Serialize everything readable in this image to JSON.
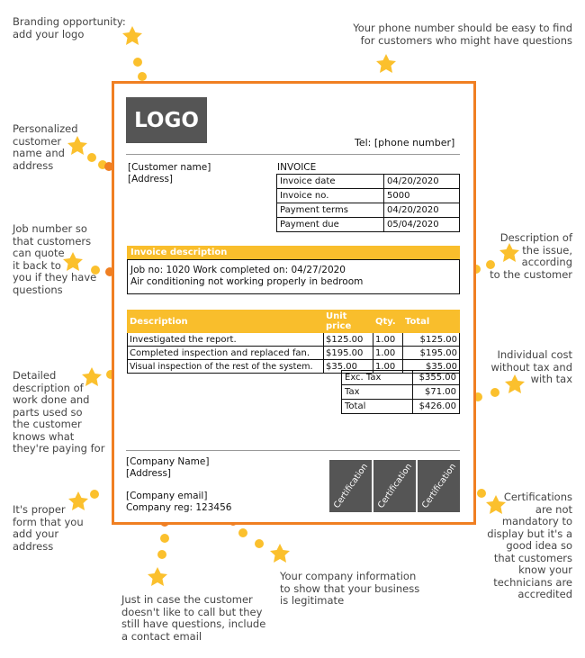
{
  "annotations": [
    "Branding opportunity:\nadd your logo",
    "Your phone number should be easy to find\nfor customers who might have questions",
    "Personalized\ncustomer\nname and\naddress",
    "Job number so\nthat customers\ncan quote\nit back to\nyou if they have\nquestions",
    "Description of\nthe issue,\naccording\nto the customer",
    "Individual cost\nwithout tax and\nwith tax",
    "Detailed\ndescription of\nwork done and\nparts used so\nthe customer\nknows what\nthey're paying for",
    "It's proper\nform that you\nadd your\naddress",
    "Certifications\nare not\nmandatory to\ndisplay but it's a\ngood idea so\nthat customers\nknow your\ntechnicians are\naccredited",
    "Your company information\nto show that your business\nis legitimate",
    "Just in case the customer\ndoesn't like to call but they\nstill have questions, include\na contact email"
  ],
  "invoice": {
    "logo": "LOGO",
    "tel": "Tel: [phone number]",
    "customer_name": "[Customer name]",
    "customer_address": "[Address]",
    "title": "INVOICE",
    "details": [
      {
        "label": "Invoice date",
        "value": "04/20/2020"
      },
      {
        "label": "Invoice no.",
        "value": "5000"
      },
      {
        "label": "Payment terms",
        "value": "04/20/2020"
      },
      {
        "label": "Payment due",
        "value": "05/04/2020"
      }
    ],
    "desc_header": "Invoice description",
    "desc_line1": "Job no: 1020 Work completed on: 04/27/2020",
    "desc_line2": "Air conditioning not working properly in bedroom",
    "items_headers": [
      "Description",
      "Unit price",
      "Qty.",
      "Total"
    ],
    "items": [
      [
        "Investigated the report.",
        "$125.00",
        "1.00",
        "$125.00"
      ],
      [
        "Completed inspection and replaced fan.",
        "$195.00",
        "1.00",
        "$195.00"
      ],
      [
        "Visual inspection of the rest of the system.",
        "$35.00",
        "1.00",
        "$35.00"
      ]
    ],
    "totals": [
      {
        "label": "Exc. Tax",
        "value": "$355.00"
      },
      {
        "label": "Tax",
        "value": "$71.00"
      },
      {
        "label": "Total",
        "value": "$426.00"
      }
    ],
    "company_name": "[Company Name]",
    "company_address": "[Address]",
    "company_email": "[Company email]",
    "company_reg": "Company reg: 123456",
    "certification_label": "Certification"
  },
  "colors": {
    "frame": "#f07f22",
    "accent": "#f9be2c",
    "star": "#fbc02d",
    "dark": "#555555"
  }
}
